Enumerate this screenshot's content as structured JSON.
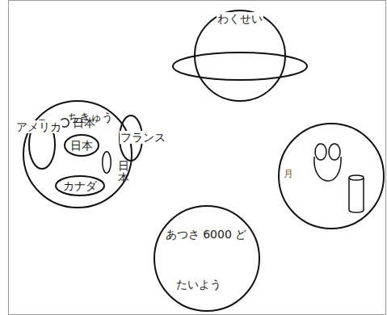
{
  "diagram": {
    "nodes": [
      {
        "text": [
          "ちきゅう"
        ]
      },
      {
        "text": [
          "アメリカ"
        ],
        "in": 0
      },
      {
        "text": [
          "日本"
        ],
        "in": 0
      },
      {
        "text": [
          "日本"
        ],
        "in": 0
      },
      {
        "text": [
          "フランス"
        ],
        "in": 0
      },
      {
        "text": [
          "日本"
        ],
        "in": 0
      },
      {
        "text": [
          "カナダ"
        ],
        "in": 0
      },
      {
        "text": [
          "わくせい"
        ]
      },
      {
        "text": [
          "月"
        ]
      },
      {
        "text": [
          "あつさ 6000 ど",
          "たいよう"
        ]
      }
    ]
  }
}
